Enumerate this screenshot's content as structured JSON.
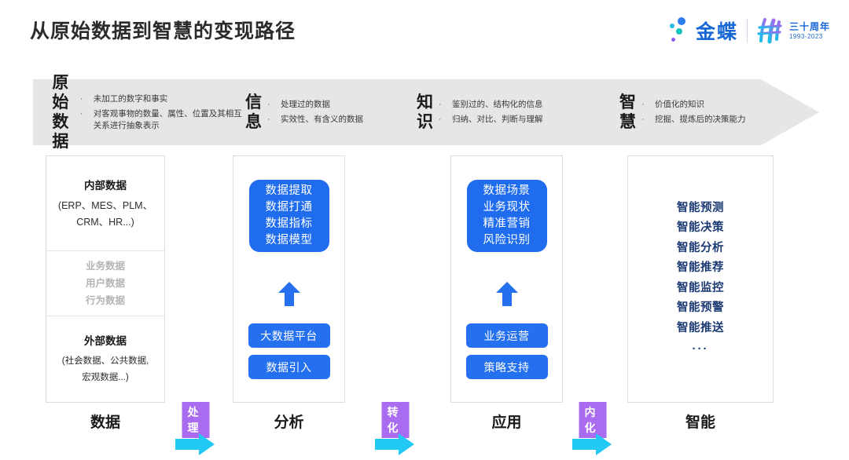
{
  "header": {
    "title": "从原始数据到智慧的变现路径",
    "logo": {
      "brand": "金蝶",
      "anniversary_cn": "三十周年",
      "anniversary_years": "1993-2023",
      "dots_icon": "kingdee-dots-icon",
      "mark_icon": "anniversary-mark-icon"
    }
  },
  "banner": {
    "segments": [
      {
        "title": "原始\n数据",
        "bullets": [
          "未加工的数字和事实",
          "对客观事物的数量、属性、位置及其相互关系进行抽象表示"
        ]
      },
      {
        "title": "信\n息",
        "bullets": [
          "处理过的数据",
          "实效性、有含义的数据"
        ]
      },
      {
        "title": "知\n识",
        "bullets": [
          "鉴别过的、结构化的信息",
          "归纳、对比、判断与理解"
        ]
      },
      {
        "title": "智\n慧",
        "bullets": [
          "价值化的知识",
          "挖掘、提炼后的决策能力"
        ]
      }
    ],
    "bullet_glyph": "·",
    "background_color": "#e6e6e6"
  },
  "columns": [
    {
      "label": "数据",
      "internal_heading": "内部数据",
      "internal_detail": "(ERP、MES、PLM、\nCRM、HR...)",
      "middle_items": [
        "业务数据",
        "用户数据",
        "行为数据"
      ],
      "external_heading": "外部数据",
      "external_detail": "(社会数据、公共数据,\n宏观数据...)"
    },
    {
      "label": "分析",
      "box_items": [
        "数据提取",
        "数据打通",
        "数据指标",
        "数据模型"
      ],
      "pills": [
        "大数据平台",
        "数据引入"
      ],
      "arrow_icon": "up-arrow-icon"
    },
    {
      "label": "应用",
      "box_items": [
        "数据场景",
        "业务现状",
        "精准营销",
        "风险识别"
      ],
      "pills": [
        "业务运营",
        "策略支持"
      ],
      "arrow_icon": "up-arrow-icon"
    },
    {
      "label": "智能",
      "items": [
        "智能预测",
        "智能决策",
        "智能分析",
        "智能推荐",
        "智能监控",
        "智能预警",
        "智能推送"
      ],
      "ellipsis": "···"
    }
  ],
  "connectors": [
    {
      "label": "处理",
      "arrow_icon": "right-arrow-icon"
    },
    {
      "label": "转化",
      "arrow_icon": "right-arrow-icon"
    },
    {
      "label": "内化",
      "arrow_icon": "right-arrow-icon"
    }
  ],
  "colors": {
    "brand_blue": "#1767d6",
    "box_blue": "#1f6cee",
    "pill_blue": "#2470ee",
    "badge_purple": "#a96bf0",
    "arrow_cyan": "#22c9f5",
    "navy": "#1b3a73",
    "banner_grey": "#e6e6e6"
  }
}
